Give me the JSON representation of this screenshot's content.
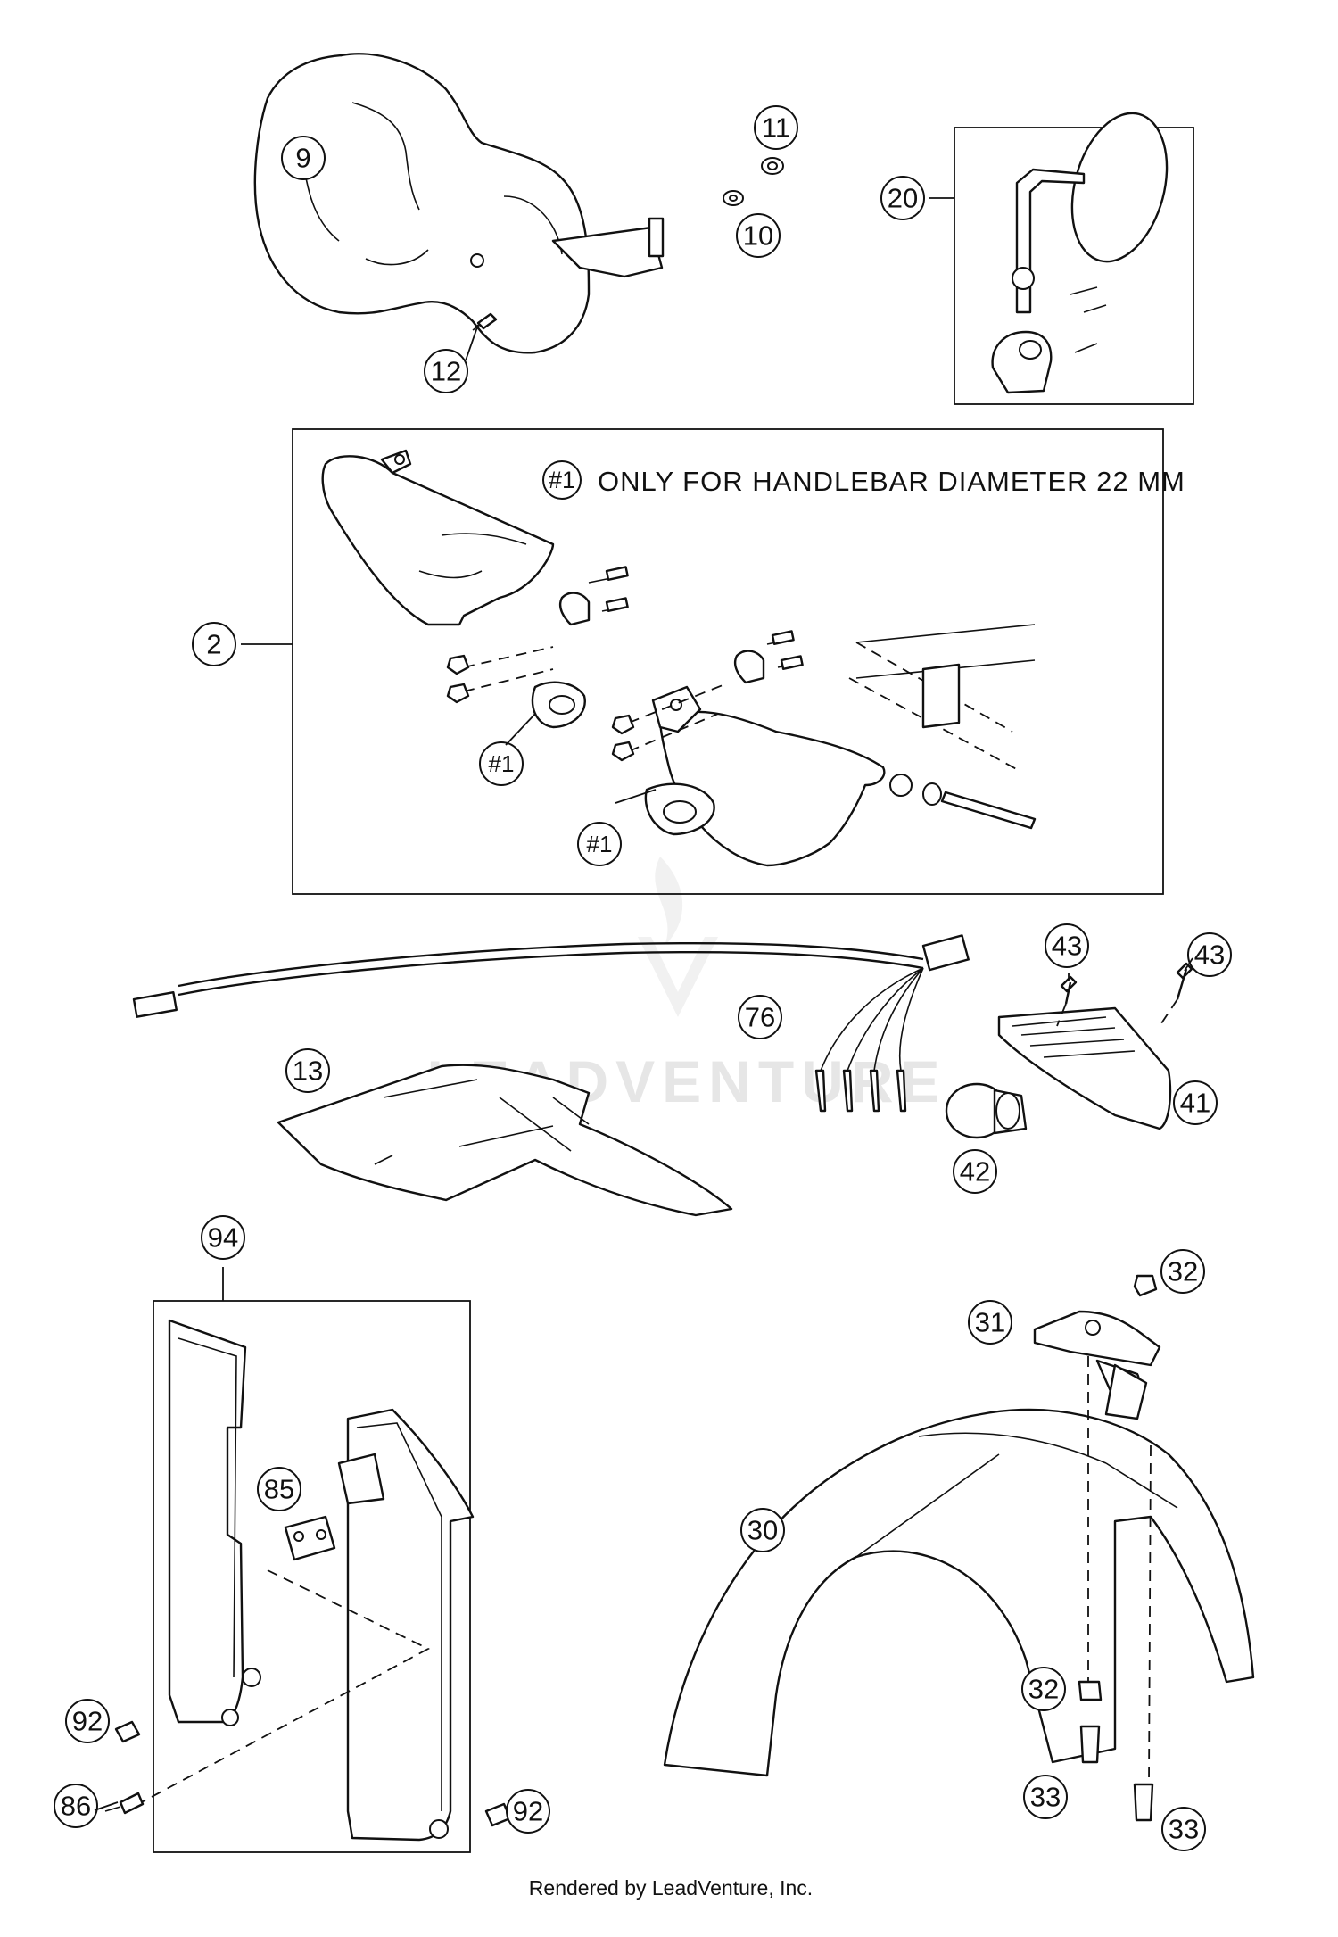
{
  "callouts": {
    "c9": "9",
    "c11": "11",
    "c10": "10",
    "c12": "12",
    "c20": "20",
    "c2": "2",
    "c1a": "#1",
    "c1b": "#1",
    "c1c": "#1",
    "c76": "76",
    "c43a": "43",
    "c43b": "43",
    "c13": "13",
    "c41": "41",
    "c42": "42",
    "c94": "94",
    "c85": "85",
    "c92a": "92",
    "c86": "86",
    "c92b": "92",
    "c31": "31",
    "c32a": "32",
    "c30": "30",
    "c32b": "32",
    "c33a": "33",
    "c33b": "33"
  },
  "note": {
    "label": "#1",
    "text": "ONLY FOR HANDLEBAR DIAMETER 22 MM"
  },
  "watermark": "LEADVENTURE",
  "footer": "Rendered by LeadVenture, Inc."
}
